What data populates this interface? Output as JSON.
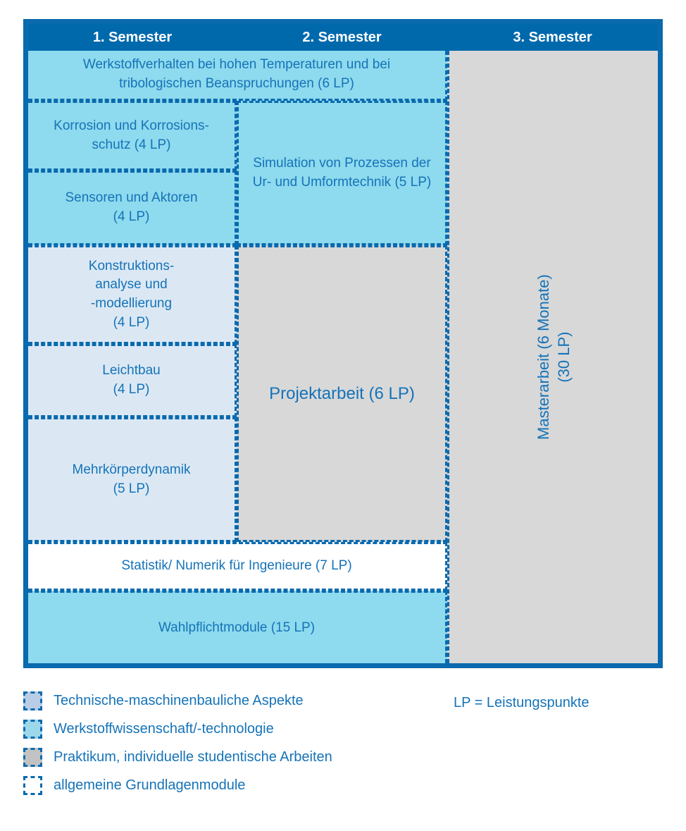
{
  "colors": {
    "frame": "#0a6aae",
    "header_bg": "#0069ac",
    "header_text": "#ffffff",
    "cell_text": "#1573b8",
    "cyan": "#8edaee",
    "light_blue": "#dbe8f4",
    "gray": "#d8d8d8",
    "white": "#ffffff",
    "legend_tech": "#b9cde6",
    "legend_werk": "#9cd7ea",
    "legend_prak": "#c3c2c2",
    "legend_grund": "#ffffff"
  },
  "table": {
    "headers": [
      {
        "label": "1. Semester"
      },
      {
        "label": "2. Semester"
      },
      {
        "label": "3. Semester"
      }
    ],
    "cells": {
      "werkstoffverhalten": {
        "label": "Werkstoffverhalten bei hohen Temperaturen und bei\ntribologischen Beanspruchungen (6 LP)",
        "category": "Werkstoffwissenschaft/-technologie",
        "semester": "1.-2."
      },
      "korrosion": {
        "label": "Korrosion und Korrosions-\nschutz (4 LP)",
        "category": "Werkstoffwissenschaft/-technologie",
        "semester": "1."
      },
      "sensoren": {
        "label": "Sensoren und Aktoren\n(4 LP)",
        "category": "Werkstoffwissenschaft/-technologie",
        "semester": "1."
      },
      "simulation": {
        "label": "Simulation von Prozessen der\nUr- und Umformtechnik (5 LP)",
        "category": "Werkstoffwissenschaft/-technologie",
        "semester": "2."
      },
      "konstruktion": {
        "label": "Konstruktions-\nanalyse und\n-modellierung\n(4 LP)",
        "category": "Technische-maschinenbauliche Aspekte",
        "semester": "1."
      },
      "leichtbau": {
        "label": "Leichtbau\n(4 LP)",
        "category": "Technische-maschinenbauliche Aspekte",
        "semester": "1."
      },
      "mehrkoerperdynamik": {
        "label": "Mehrkörperdynamik\n(5 LP)",
        "category": "Technische-maschinenbauliche Aspekte",
        "semester": "1."
      },
      "projektarbeit": {
        "label": "Projektarbeit (6 LP)",
        "category": "Praktikum, individuelle studentische Arbeiten",
        "semester": "2."
      },
      "statistik": {
        "label": "Statistik/ Numerik für Ingenieure (7 LP)",
        "category": "allgemeine Grundlagenmodule",
        "semester": "1.-2."
      },
      "wahlpflicht": {
        "label": "Wahlpflichtmodule (15 LP)",
        "category": "Werkstoffwissenschaft/-technologie",
        "semester": "1.-2."
      },
      "masterarbeit": {
        "label": "Masterarbeit (6 Monate)\n(30 LP)",
        "category": "Praktikum, individuelle studentische Arbeiten",
        "semester": "3."
      }
    }
  },
  "legend": {
    "items": [
      {
        "label": "Technische-maschinenbauliche Aspekte"
      },
      {
        "label": "Werkstoffwissenschaft/-technologie"
      },
      {
        "label": "Praktikum, individuelle studentische Arbeiten"
      },
      {
        "label": "allgemeine Grundlagenmodule"
      }
    ],
    "note": "LP = Leistungspunkte"
  }
}
